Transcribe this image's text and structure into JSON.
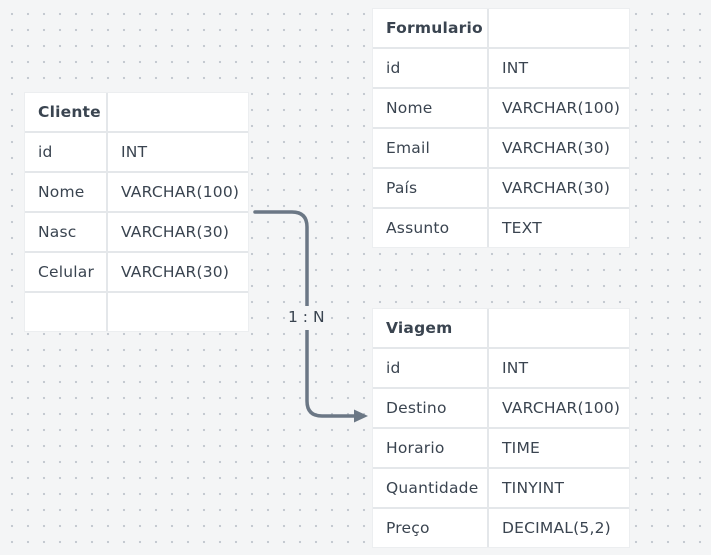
{
  "tables": {
    "cliente": {
      "title": "Cliente",
      "rows": [
        {
          "name": "id",
          "type": "INT"
        },
        {
          "name": "Nome",
          "type": "VARCHAR(100)"
        },
        {
          "name": "Nasc",
          "type": "VARCHAR(30)"
        },
        {
          "name": "Celular",
          "type": "VARCHAR(30)"
        }
      ]
    },
    "formulario": {
      "title": "Formulario",
      "rows": [
        {
          "name": "id",
          "type": "INT"
        },
        {
          "name": "Nome",
          "type": "VARCHAR(100)"
        },
        {
          "name": "Email",
          "type": "VARCHAR(30)"
        },
        {
          "name": "País",
          "type": "VARCHAR(30)"
        },
        {
          "name": "Assunto",
          "type": "TEXT"
        }
      ]
    },
    "viagem": {
      "title": "Viagem",
      "rows": [
        {
          "name": "id",
          "type": "INT"
        },
        {
          "name": "Destino",
          "type": "VARCHAR(100)"
        },
        {
          "name": "Horario",
          "type": "TIME"
        },
        {
          "name": "Quantidade",
          "type": "TINYINT"
        },
        {
          "name": "Preço",
          "type": "DECIMAL(5,2)"
        }
      ]
    }
  },
  "relationship": {
    "label": "1 : N",
    "color": "#6b7785"
  }
}
